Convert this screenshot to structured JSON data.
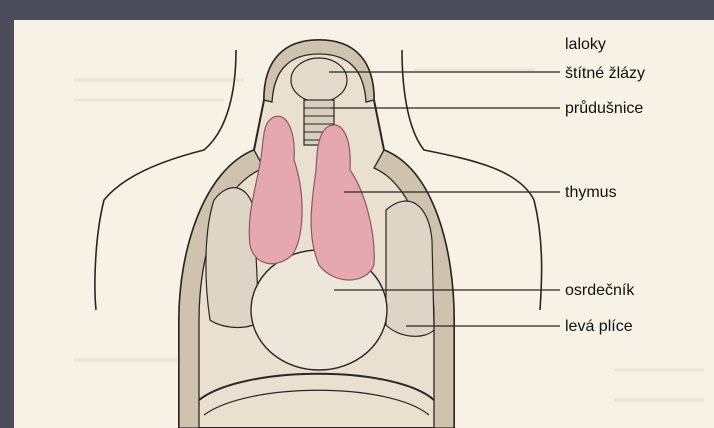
{
  "labels": {
    "thyroid_line1": "laloky",
    "thyroid_line2": "štítné žlázy",
    "trachea": "průdušnice",
    "thymus": "thymus",
    "pericardium": "osrdečník",
    "left_lung": "levá plíce"
  },
  "colors": {
    "frame": "#4c4c5a",
    "paper": "#f7f1e6",
    "thymus": "#e6a8b0",
    "outline": "#2a2622",
    "tissue": "#dcd3c4"
  }
}
